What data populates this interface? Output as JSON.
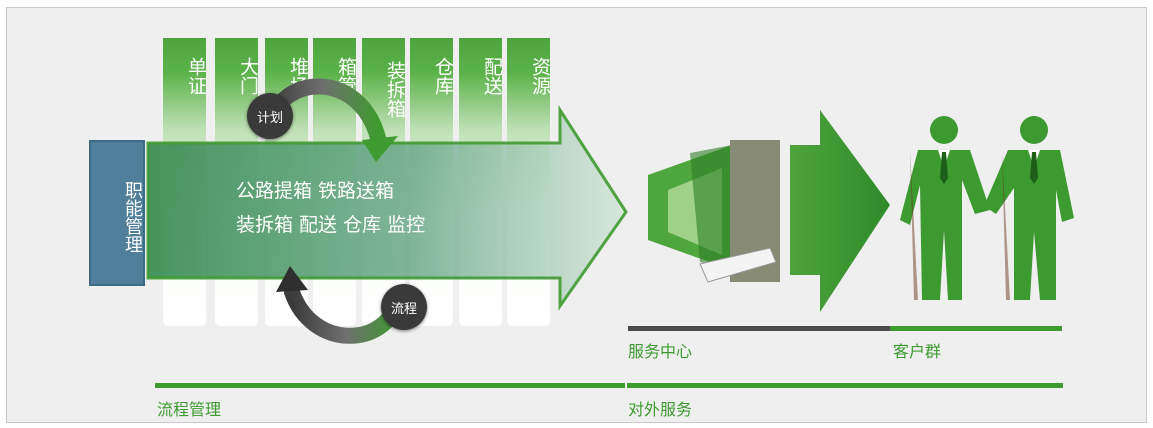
{
  "columns": [
    "单证",
    "大门",
    "堆场",
    "箱管",
    "装拆箱",
    "仓库",
    "配送",
    "资源"
  ],
  "side_box": {
    "label": "职能管理"
  },
  "arrow_text": {
    "line1": "公路提箱 铁路送箱",
    "line2": "装拆箱 配送 仓库 监控"
  },
  "badges": {
    "plan": "计划",
    "flow": "流程"
  },
  "captions": {
    "service_center": "服务中心",
    "customer_group": "客户群",
    "process_mgmt": "流程管理",
    "external_service": "对外服务"
  },
  "colors": {
    "green": "#3d9b30",
    "dark_bar": "#4a4a4a",
    "side_box": "#4f7f9a"
  }
}
